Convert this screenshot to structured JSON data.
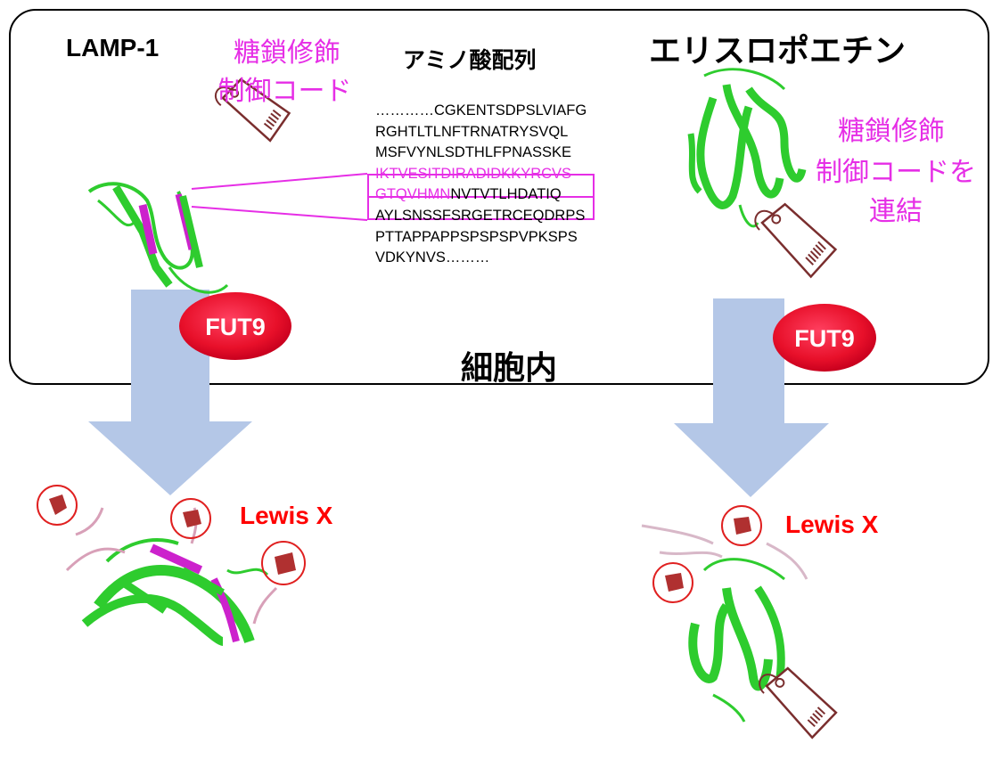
{
  "left": {
    "protein_name": "LAMP-1",
    "code_label_line1": "糖鎖修飾",
    "code_label_line2": "制御コード",
    "enzyme": "FUT9",
    "product": "Lewis X"
  },
  "center": {
    "sequence_title": "アミノ酸配列",
    "sequence_lines": [
      {
        "plain_before": "…………CGKENTSDPSLVIAFG",
        "highlight": "",
        "plain_after": ""
      },
      {
        "plain_before": "RGHTLTLNFTRNATRYSVQL",
        "highlight": "",
        "plain_after": ""
      },
      {
        "plain_before": "MSFVYNLSDTHLFPNASSKE",
        "highlight": "",
        "plain_after": ""
      },
      {
        "plain_before": "",
        "highlight": "IKTVESITDIRADIDKKYRCVS",
        "plain_after": ""
      },
      {
        "plain_before": "",
        "highlight": "GTQVHMN",
        "plain_after": "NVTVTLHDATIQ"
      },
      {
        "plain_before": "AYLSNSSFSRGETRCEQDRPS",
        "highlight": "",
        "plain_after": ""
      },
      {
        "plain_before": "PTTAPPAPPSPSPSPVPKSPS",
        "highlight": "",
        "plain_after": ""
      },
      {
        "plain_before": "VDKYNVS………",
        "highlight": "",
        "plain_after": ""
      }
    ],
    "compartment_label": "細胞内"
  },
  "right": {
    "protein_name": "エリスロポエチン",
    "code_label_line1": "糖鎖修飾",
    "code_label_line2": "制御コードを",
    "code_label_line3": "連結",
    "enzyme": "FUT9",
    "product": "Lewis X"
  },
  "colors": {
    "magenta": "#e62ee6",
    "red": "#ff0000",
    "arrow": "#b4c7e7",
    "protein_green": "#2ecc2e",
    "protein_magenta": "#cc22cc",
    "glycan": "#b03030"
  }
}
